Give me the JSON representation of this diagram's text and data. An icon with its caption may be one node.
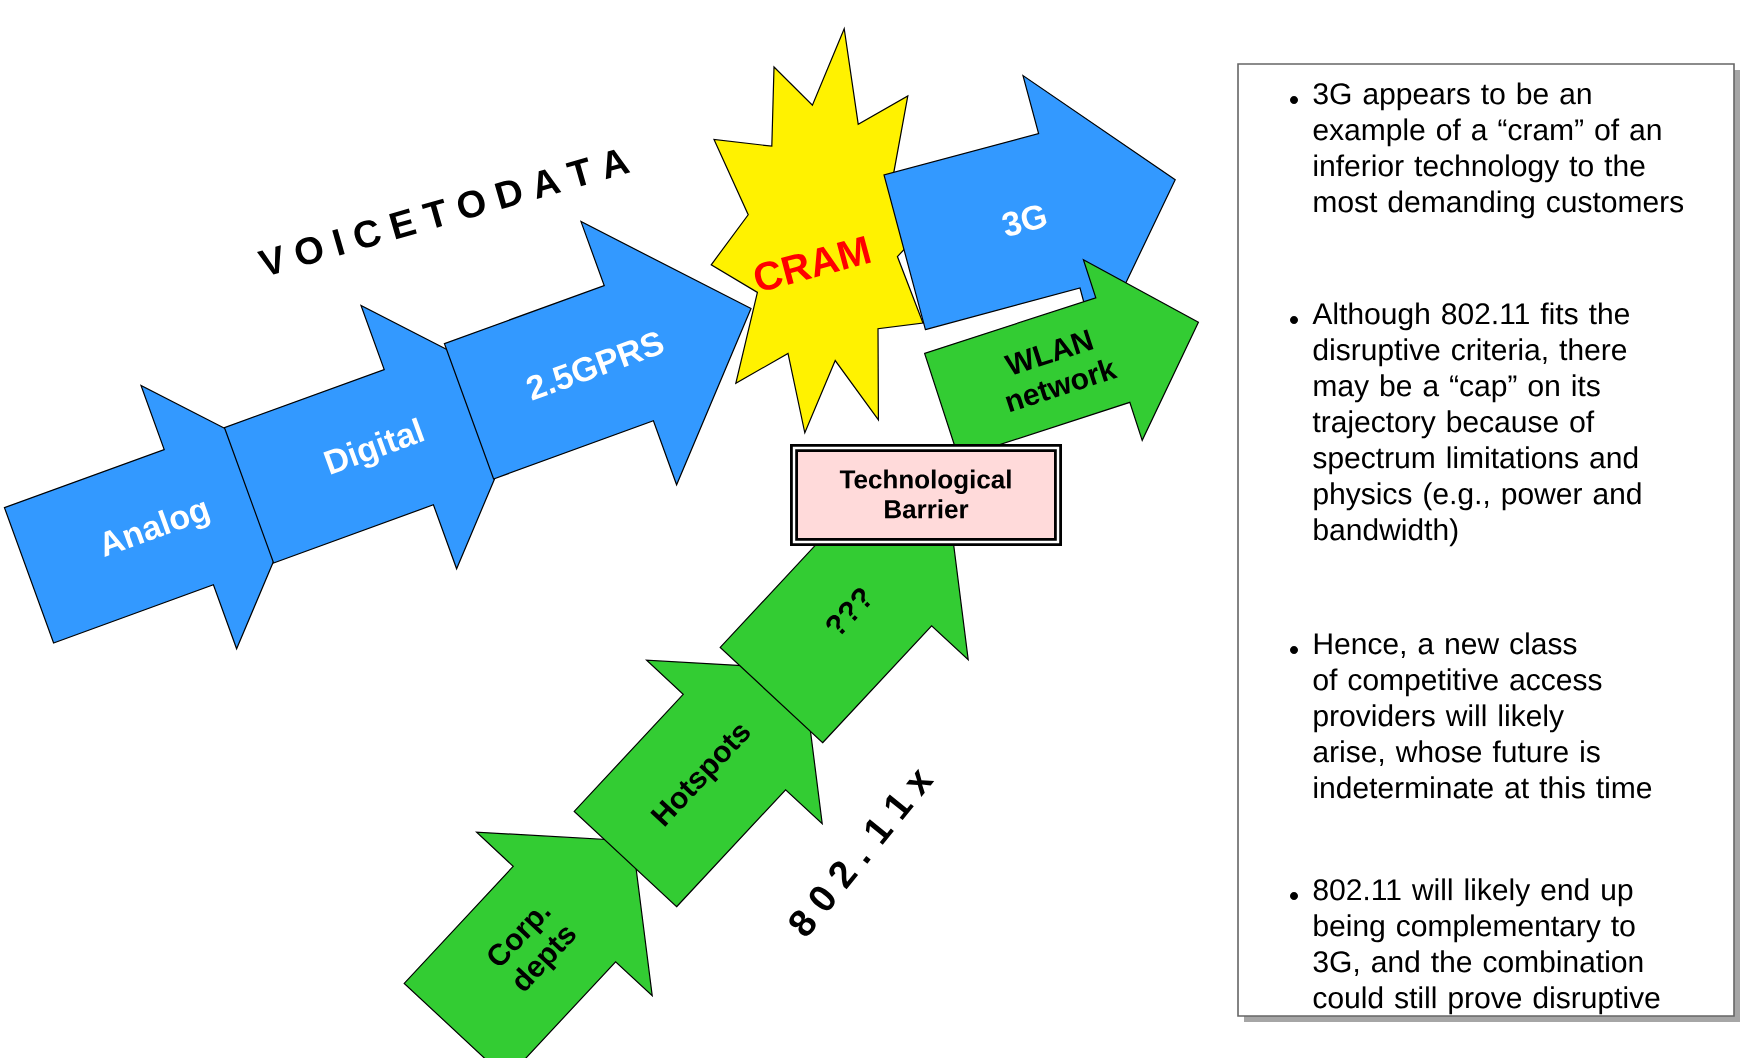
{
  "diagram": {
    "nodes": [
      {
        "text": [
          "Analog"
        ]
      },
      {
        "text": [
          "Digital"
        ]
      },
      {
        "text": [
          "2.5GPRS"
        ]
      },
      {
        "text": [
          "CRAM"
        ]
      },
      {
        "text": [
          "3G"
        ]
      },
      {
        "text": [
          "WLAN network"
        ]
      },
      {
        "text": [
          "Technological Barrier"
        ]
      },
      {
        "text": [
          "???"
        ]
      },
      {
        "text": [
          "Hotspots"
        ]
      },
      {
        "text": [
          "Corp. depts"
        ]
      },
      {
        "text": [
          "3G appears to be an example of a “cram” of an inferior technology to the most demanding customers",
          "Although 802.11 fits the disruptive criteria, there may be a “cap” on its trajectory because of spectrum limitations and physics (e.g., power and bandwidth)",
          "Hence, a new class of competitive access providers will likely arise, whose future is indeterminate at this time",
          "802.11 will likely end up being complementary to 3G, and the combination could still prove disruptive"
        ]
      }
    ],
    "labels": [
      "V O I C E T O D A T A",
      "8 0 2 . 1 1 x"
    ]
  }
}
